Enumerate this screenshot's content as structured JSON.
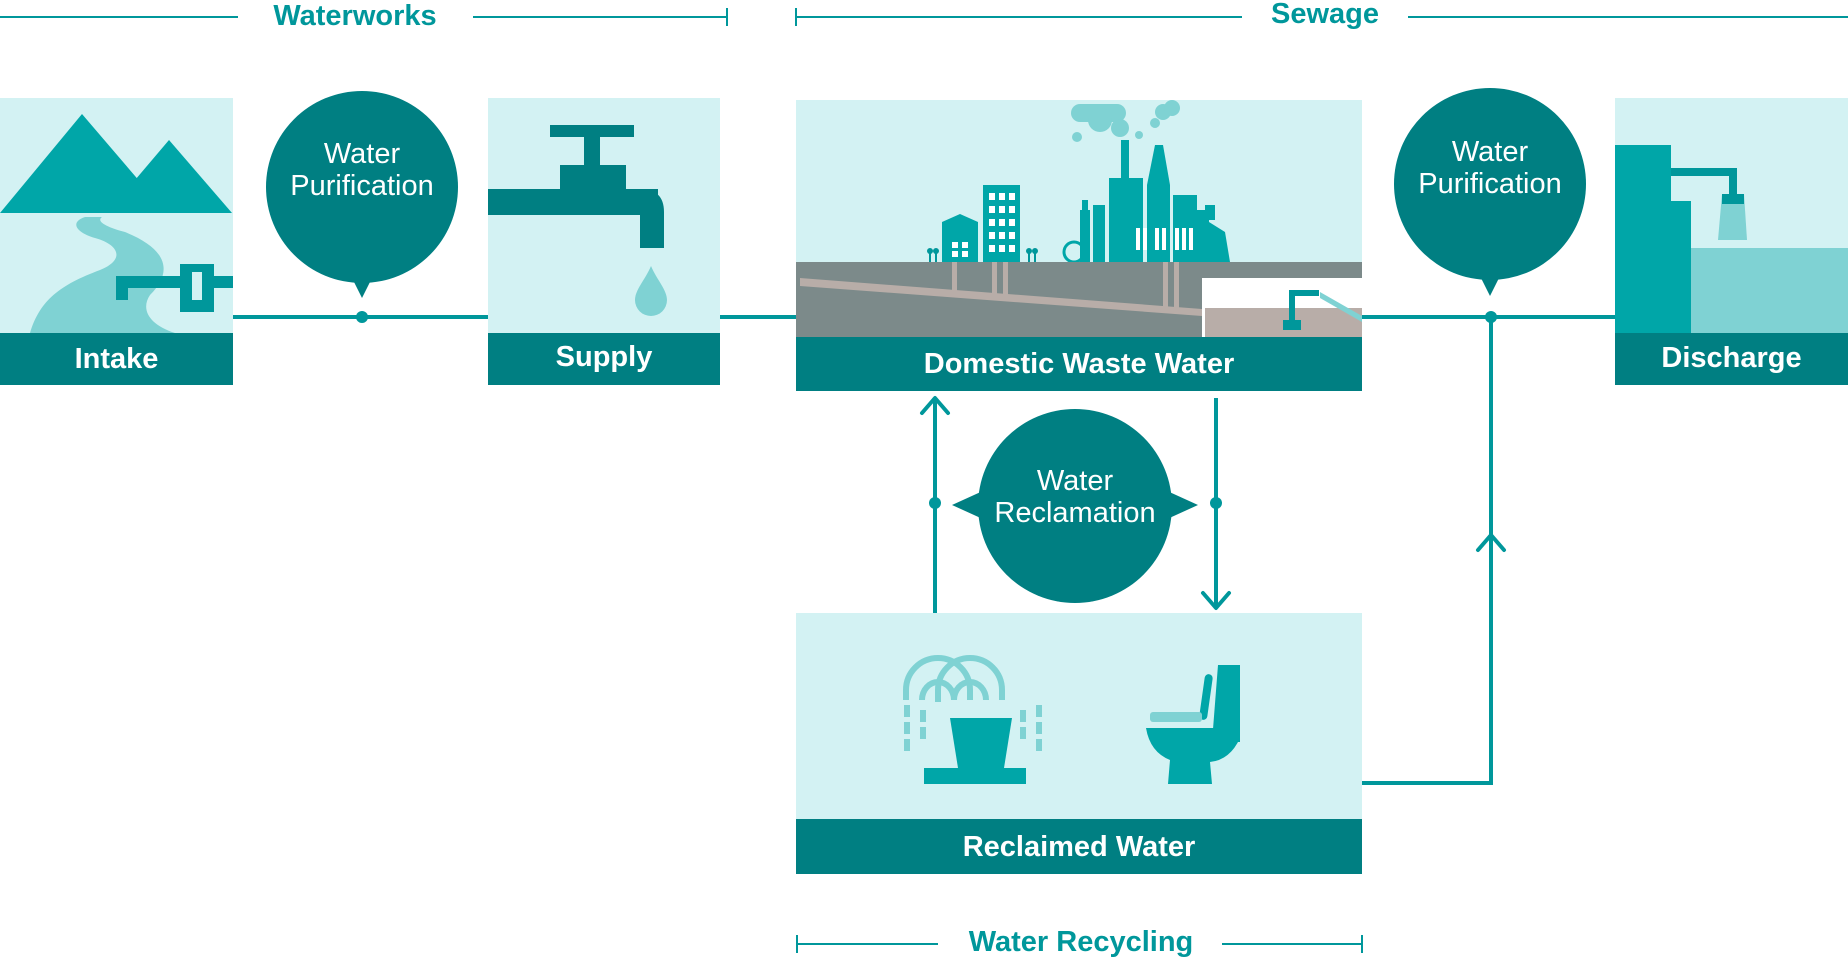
{
  "sections": {
    "waterworks": "Waterworks",
    "sewage": "Sewage",
    "water_recycling": "Water Recycling"
  },
  "stages": {
    "intake": "Intake",
    "supply": "Supply",
    "domestic_waste_water": "Domestic Waste Water",
    "discharge": "Discharge",
    "reclaimed_water": "Reclaimed Water"
  },
  "processes": {
    "purification_1": [
      "Water",
      "Purification"
    ],
    "purification_2": [
      "Water",
      "Purification"
    ],
    "reclamation": [
      "Water",
      "Reclamation"
    ]
  },
  "colors": {
    "dark_teal": "#007f82",
    "mid_teal": "#00a6a8",
    "light_bg": "#d3f2f3",
    "light_teal": "#7fd2d3",
    "ground_gray": "#7c8a8a",
    "pipe_beige": "#b8ada8"
  },
  "icons": [
    "mountain-icon",
    "river-icon",
    "valve-icon",
    "faucet-icon",
    "water-drop-icon",
    "house-icon",
    "apartment-icon",
    "factory-icon",
    "smoke-icon",
    "tank-icon",
    "sewer-pipe-icon",
    "outfall-icon",
    "fountain-icon",
    "toilet-icon"
  ]
}
